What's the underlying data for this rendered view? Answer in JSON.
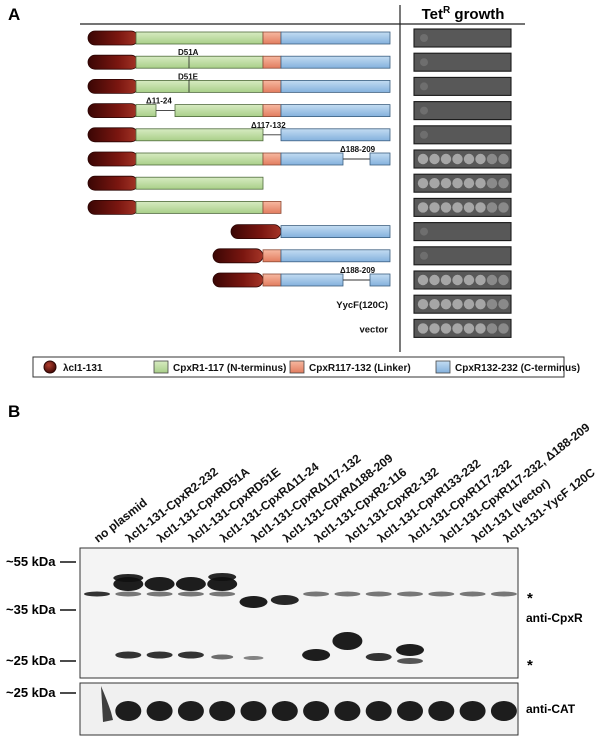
{
  "panelA": {
    "label": "A",
    "growth_header": "TetR growth",
    "constructs": [
      {
        "name": "lambdaCI-CpxR2-232",
        "label": "",
        "lambda": true,
        "n": "full",
        "link": true,
        "c": "full",
        "growth": 0
      },
      {
        "name": "D51A",
        "label": "D51A",
        "lambda": true,
        "n": "full",
        "link": true,
        "c": "full",
        "growth": 0
      },
      {
        "name": "D51E",
        "label": "D51E",
        "lambda": true,
        "n": "full",
        "link": true,
        "c": "full",
        "growth": 0
      },
      {
        "name": "delta11-24",
        "label": "Δ11-24",
        "lambda": true,
        "n": "del11-24",
        "link": true,
        "c": "full",
        "growth": 0
      },
      {
        "name": "delta117-132",
        "label": "Δ117-132",
        "lambda": true,
        "n": "full",
        "link": false,
        "c": "full",
        "growth": 0
      },
      {
        "name": "delta188-209",
        "label": "Δ188-209",
        "lambda": true,
        "n": "full",
        "link": true,
        "c": "del188-209",
        "growth": 1
      },
      {
        "name": "CpxR2-116",
        "label": "",
        "lambda": true,
        "n": "full",
        "link": false,
        "c": "none",
        "growth": 1
      },
      {
        "name": "CpxR2-132",
        "label": "",
        "lambda": true,
        "n": "full",
        "link": true,
        "c": "none",
        "growth": 1
      },
      {
        "name": "CpxR133-232",
        "label": "",
        "lambda": true,
        "n": "none",
        "link": false,
        "c": "full",
        "growth": 0
      },
      {
        "name": "CpxR117-232",
        "label": "",
        "lambda": true,
        "n": "none",
        "link": true,
        "c": "full",
        "growth": 0
      },
      {
        "name": "CpxR117-232 delta188-209",
        "label": "Δ188-209",
        "lambda": true,
        "n": "none",
        "link": true,
        "c": "del188-209",
        "growth": 1
      },
      {
        "name": "YycF(120C)",
        "label": "YycF(120C)",
        "lambda": false,
        "n": "none",
        "link": false,
        "c": "none",
        "growth": 1
      },
      {
        "name": "vector",
        "label": "vector",
        "lambda": false,
        "n": "none",
        "link": false,
        "c": "none",
        "growth": 1
      }
    ],
    "legend": [
      {
        "key": "lambda",
        "text": "λcI1-131",
        "color": "#6b0f0a"
      },
      {
        "key": "n",
        "text": "CpxR1-117 (N-terminus)",
        "color": "#c4e0a9"
      },
      {
        "key": "link",
        "text": "CpxR117-132 (Linker)",
        "color": "#ef9f82"
      },
      {
        "key": "c",
        "text": "CpxR132-232 (C-terminus)",
        "color": "#a9cbe8"
      }
    ]
  },
  "panelB": {
    "label": "B",
    "lanes": [
      "no plasmid",
      "λcI1-131-CpxR2-232",
      "λcI1-131-CpxRD51A",
      "λcI1-131-CpxRD51E",
      "λcI1-131-CpxRΔ11-24",
      "λcI1-131-CpxRΔ117-132",
      "λcI1-131-CpxRΔ188-209",
      "λcI1-131-CpxR2-116",
      "λcI1-131-CpxR2-132",
      "λcI1-131-CpxR133-232",
      "λcI1-131-CpxR117-232",
      "λcI1-131-CpxR117-232, Δ188-209",
      "λcI1-131 (vector)",
      "λcI1-131-YycF 120C"
    ],
    "markers_top": [
      "~55 kDa",
      "~35 kDa",
      "~25 kDa"
    ],
    "marker_bottom": "~25 kDa",
    "blot_top_label": "anti-CpxR",
    "blot_bottom_label": "anti-CAT",
    "asterisk": "*"
  }
}
